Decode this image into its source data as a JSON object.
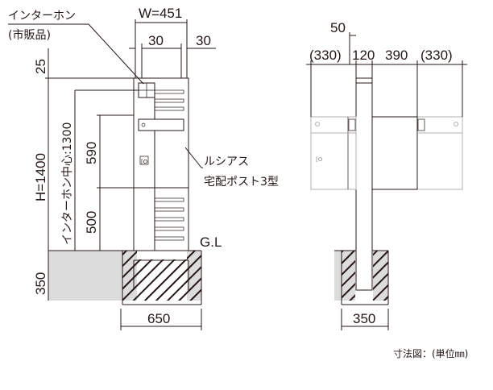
{
  "front": {
    "intercom_label": "インターホン",
    "intercom_sub": "(市販品)",
    "width_total": "W=451",
    "width_left_gap": "30",
    "width_right_gap": "30",
    "top_offset": "25",
    "height_total": "H=1400",
    "intercom_center_height": "インターホン中心:1300",
    "upper_unit": "590",
    "lower_unit": "500",
    "ground_level": "G.L",
    "footing_depth": "350",
    "footing_width": "650",
    "product_name_line1": "ルシアス",
    "product_name_line2": "宅配ポスト3型"
  },
  "side": {
    "top_value": "50",
    "left_extent": "(330)",
    "post_gap": "120",
    "box_depth": "390",
    "right_extent": "(330)",
    "footing_width": "350"
  },
  "caption": "寸法図：(単位㎜)"
}
